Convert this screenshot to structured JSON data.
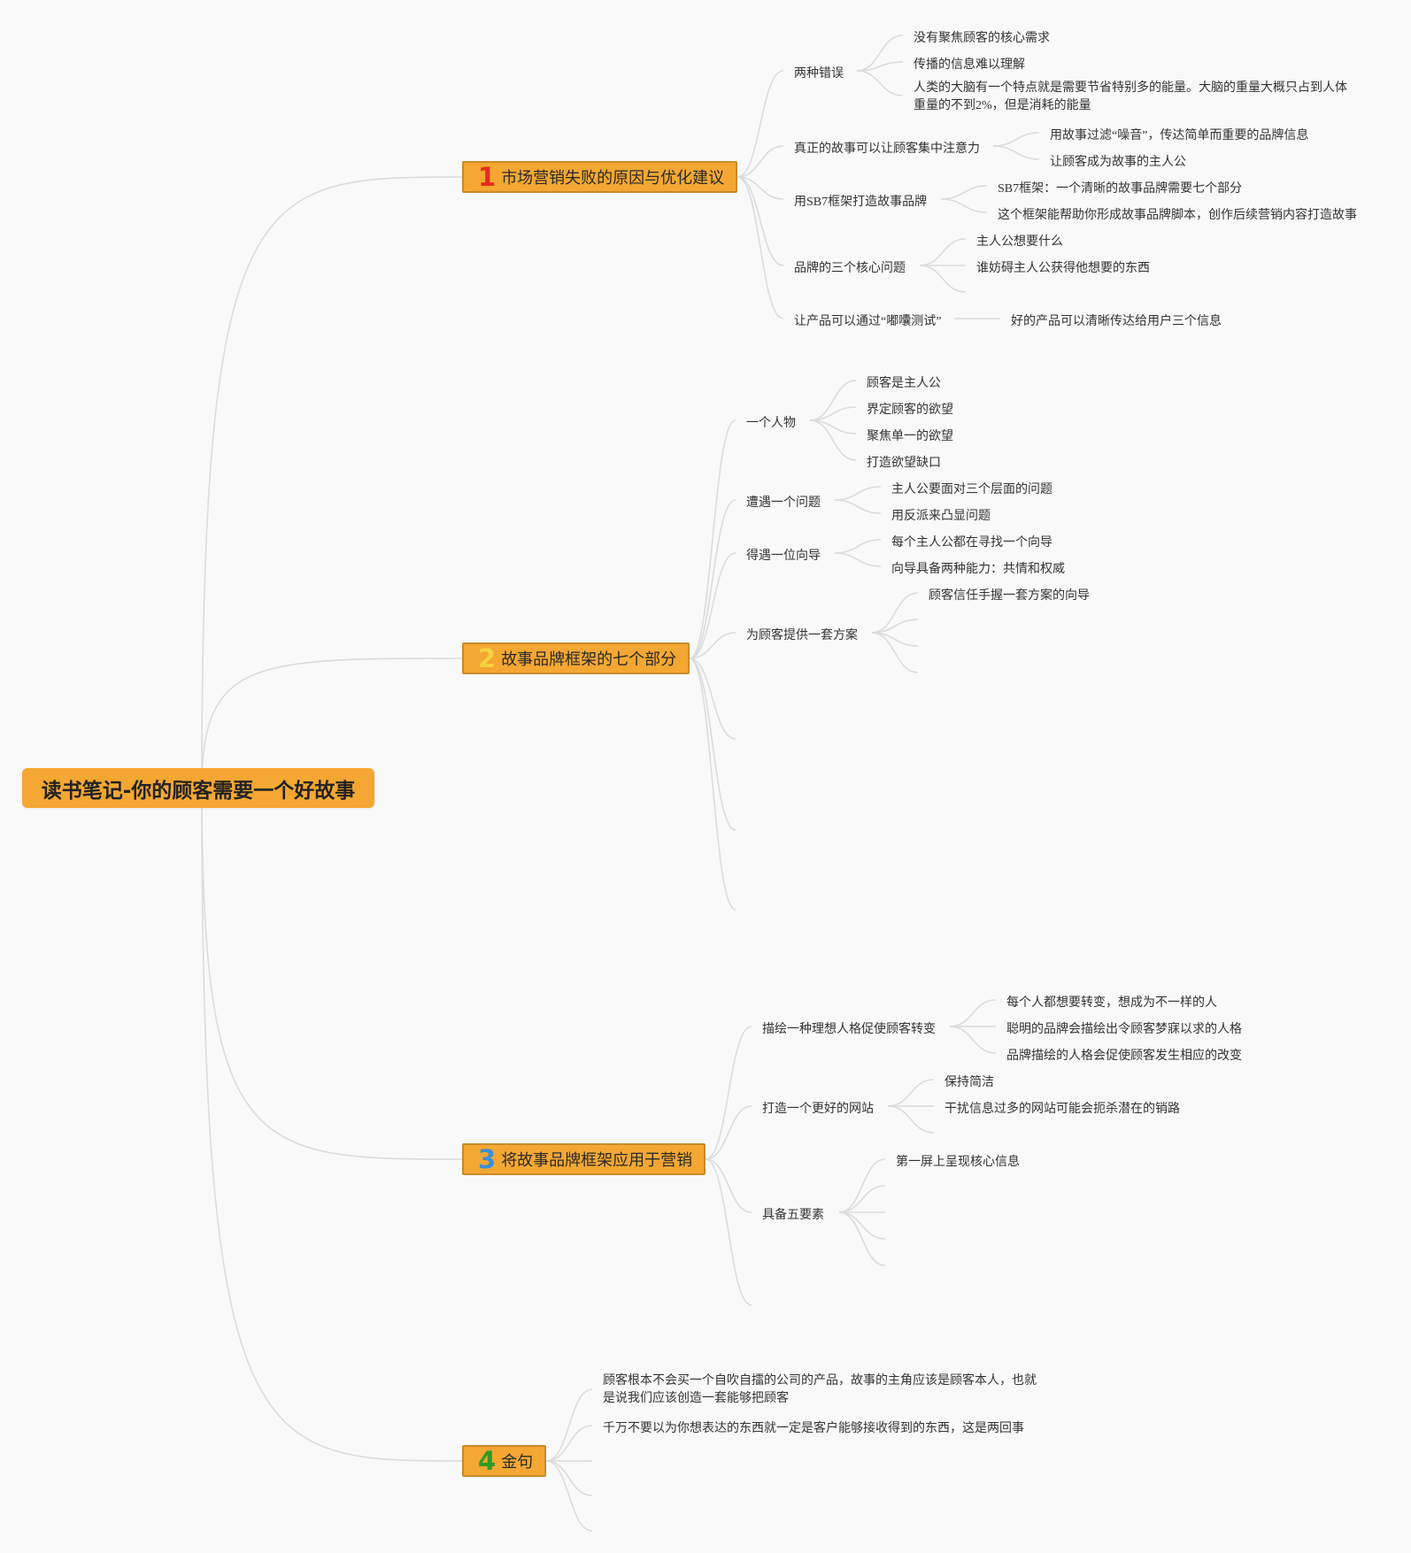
{
  "root": {
    "title": "读书笔记-你的顾客需要一个好故事"
  },
  "colors": {
    "node_fill": "#f4a732",
    "node_border": "#c98a2c",
    "num_1": "#e32b1f",
    "num_2": "#f6d23e",
    "num_3": "#3e8fd6",
    "num_4": "#2e9b27",
    "edge": "#dcdcdc"
  },
  "branches": [
    {
      "num": "1",
      "label": "市场营销失败的原因与优化建议",
      "children": [
        {
          "label": "两种错误",
          "children": [
            "没有聚焦顾客的核心需求",
            "传播的信息难以理解",
            "人类的大脑有一个特点就是需要节省特别多的能量。大脑的重量大概只占到人体重量的不到2%，但是消耗的能量"
          ]
        },
        {
          "label": "真正的故事可以让顾客集中注意力",
          "children": [
            "用故事过滤“噪音”，传达简单而重要的品牌信息",
            "让顾客成为故事的主人公"
          ]
        },
        {
          "label": "用SB7框架打造故事品牌",
          "children": [
            "SB7框架：一个清晰的故事品牌需要七个部分",
            "这个框架能帮助你形成故事品牌脚本，创作后续营销内容打造故事"
          ]
        },
        {
          "label": "品牌的三个核心问题",
          "children": [
            "主人公想要什么",
            "谁妨碍主人公获得他想要的东西"
          ]
        },
        {
          "label": "让产品可以通过“嘟囔测试”",
          "children": [
            "好的产品可以清晰传达给用户三个信息"
          ]
        }
      ]
    },
    {
      "num": "2",
      "label": "故事品牌框架的七个部分",
      "children": [
        {
          "label": "一个人物",
          "children": [
            "顾客是主人公",
            "界定顾客的欲望",
            "聚焦单一的欲望",
            "打造欲望缺口"
          ]
        },
        {
          "label": "遭遇一个问题",
          "children": [
            "主人公要面对三个层面的问题",
            "用反派来凸显问题"
          ]
        },
        {
          "label": "得遇一位向导",
          "children": [
            "每个主人公都在寻找一个向导",
            "向导具备两种能力：共情和权威"
          ]
        },
        {
          "label": "为顾客提供一套方案",
          "children": [
            "顾客信任手握一套方案的向导"
          ]
        }
      ]
    },
    {
      "num": "3",
      "label": "将故事品牌框架应用于营销",
      "children": [
        {
          "label": "描绘一种理想人格促使顾客转变",
          "children": [
            "每个人都想要转变，想成为不一样的人",
            "聪明的品牌会描绘出令顾客梦寐以求的人格",
            "品牌描绘的人格会促使顾客发生相应的改变"
          ]
        },
        {
          "label": "打造一个更好的网站",
          "children": [
            "保持简洁",
            "干扰信息过多的网站可能会扼杀潜在的销路"
          ]
        },
        {
          "label": "具备五要素",
          "children": [
            "第一屏上呈现核心信息"
          ]
        }
      ]
    },
    {
      "num": "4",
      "label": "金句",
      "children": [
        {
          "label": "顾客根本不会买一个自吹自擂的公司的产品，故事的主角应该是顾客本人，也就是说我们应该创造一套能够把顾客",
          "children": []
        },
        {
          "label": "千万不要以为你想表达的东西就一定是客户能够接收得到的东西，这是两回事",
          "children": []
        }
      ]
    }
  ]
}
